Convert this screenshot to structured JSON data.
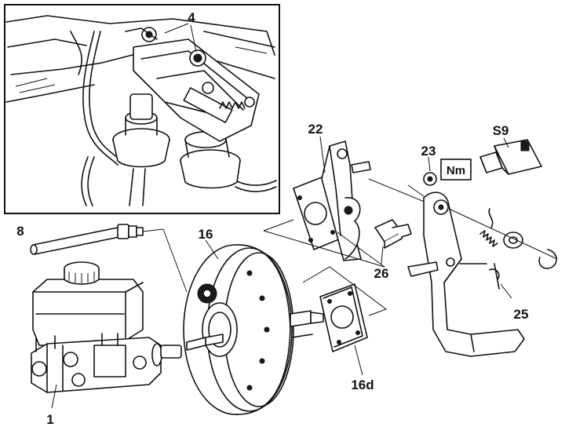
{
  "diagram": {
    "labels": {
      "item_4": "4",
      "item_8": "8",
      "item_16": "16",
      "item_22": "22",
      "item_23": "23",
      "item_nm": "Nm",
      "item_s9": "S9",
      "item_26": "26",
      "item_25": "25",
      "item_16d": "16d",
      "item_1": "1"
    },
    "colors": {
      "ink": "#111111",
      "background": "#ffffff"
    }
  }
}
